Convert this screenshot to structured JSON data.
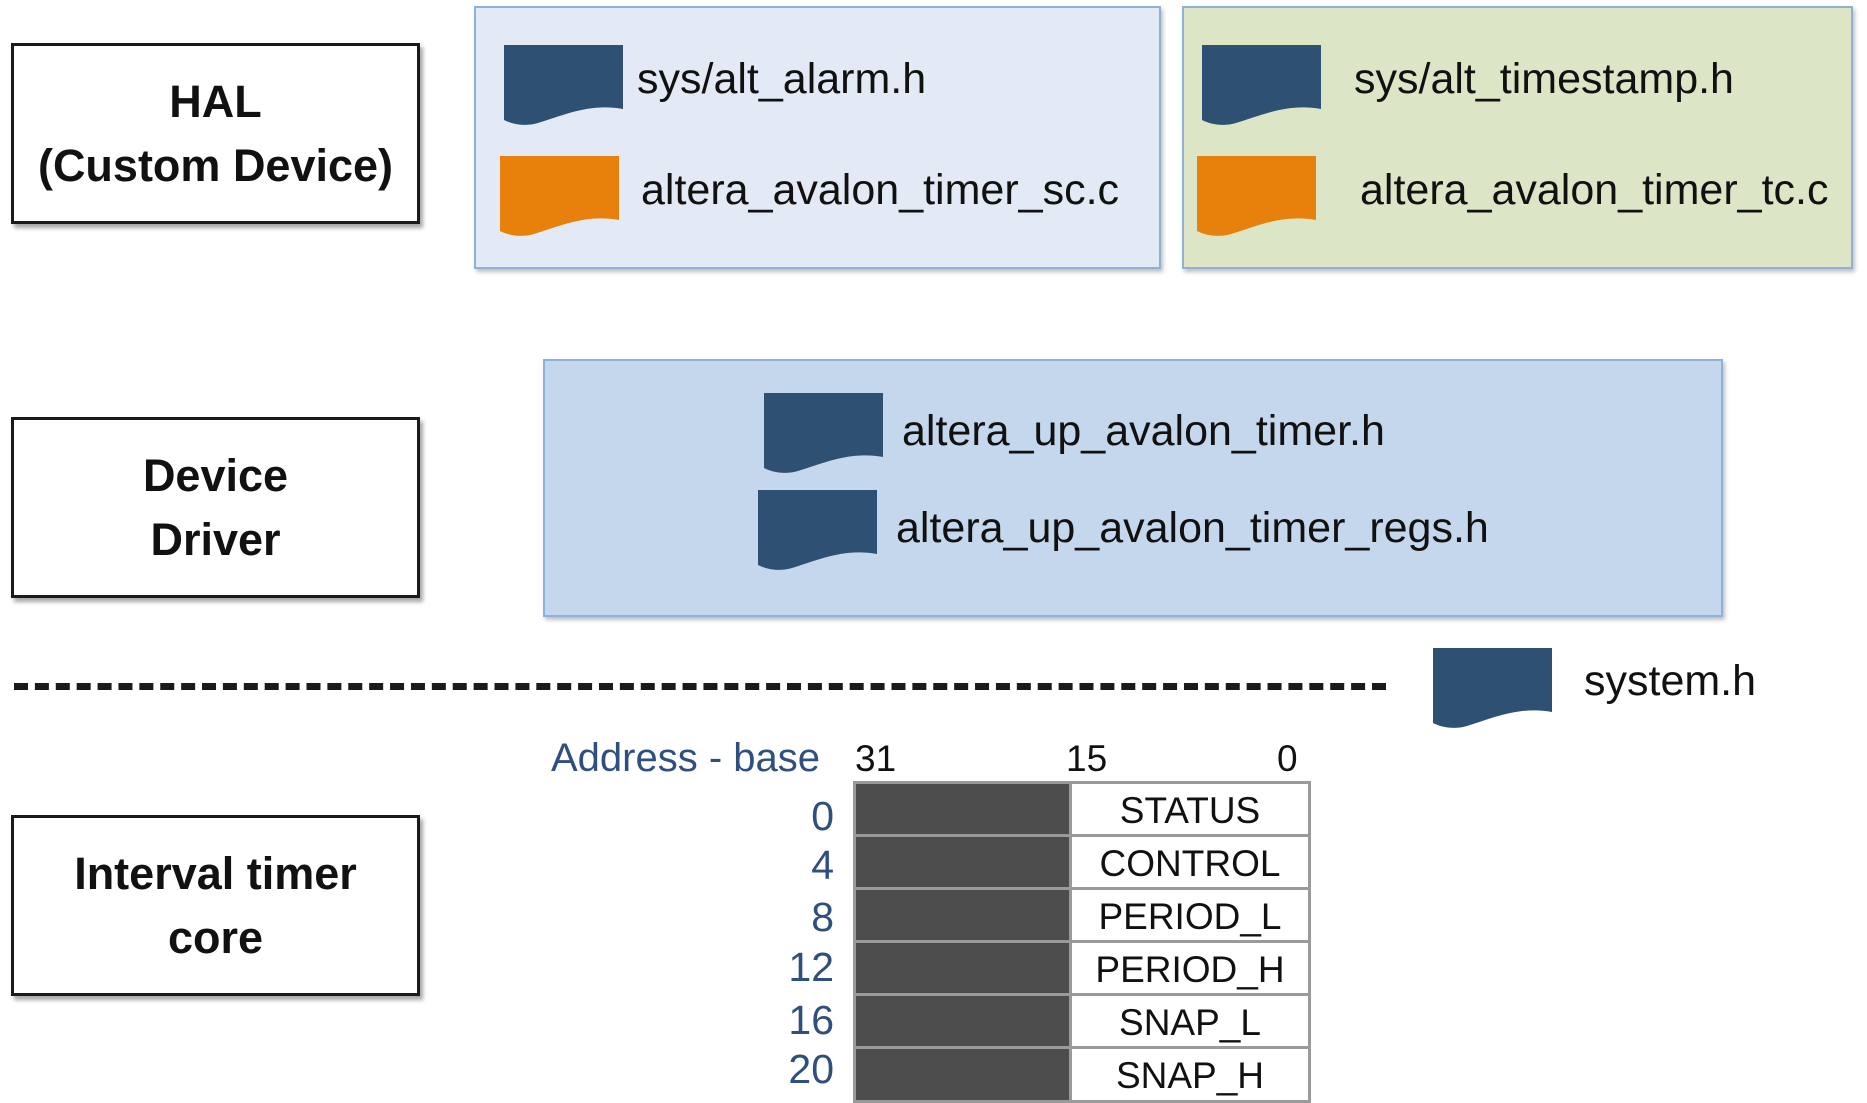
{
  "layers": {
    "hal": "HAL\n(Custom Device)",
    "driver": "Device\nDriver",
    "core": "Interval timer\ncore"
  },
  "hal_groups": {
    "alarm": {
      "header_file": "sys/alt_alarm.h",
      "source_file": "altera_avalon_timer_sc.c"
    },
    "timestamp": {
      "header_file": "sys/alt_timestamp.h",
      "source_file": "altera_avalon_timer_tc.c"
    }
  },
  "driver_group": {
    "files": [
      "altera_up_avalon_timer.h",
      "altera_up_avalon_timer_regs.h"
    ]
  },
  "system_file": "system.h",
  "register_map": {
    "address_label": "Address - base",
    "bit_labels": [
      "31",
      "15",
      "0"
    ],
    "rows": [
      {
        "offset": "0",
        "name": "STATUS"
      },
      {
        "offset": "4",
        "name": "CONTROL"
      },
      {
        "offset": "8",
        "name": "PERIOD_L"
      },
      {
        "offset": "12",
        "name": "PERIOD_H"
      },
      {
        "offset": "16",
        "name": "SNAP_L"
      },
      {
        "offset": "20",
        "name": "SNAP_H"
      }
    ]
  },
  "colors": {
    "header_file": "#2e5072",
    "source_file": "#e8800c",
    "hal_alarm_bg": "#e3eaf5",
    "hal_timestamp_bg": "#dce6c7",
    "driver_bg": "#c5d7ec",
    "address_text": "#2f4f7f",
    "reserved_bits": "#4d4d4d"
  },
  "icons": {
    "header_file": "header-file-icon",
    "source_file": "source-file-icon"
  }
}
